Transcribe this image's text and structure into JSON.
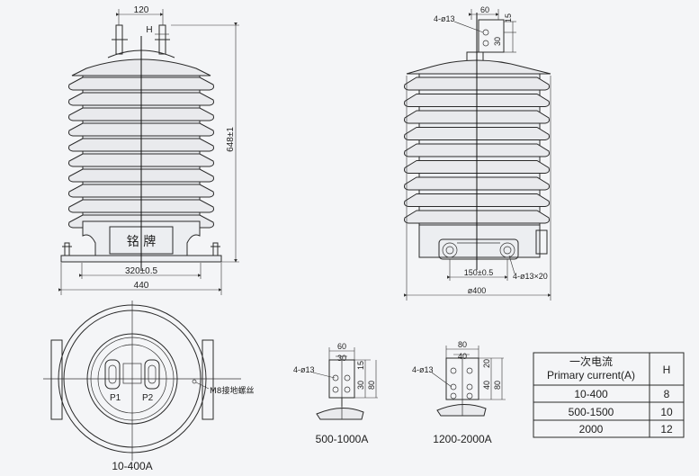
{
  "front_view": {
    "dim_top_width": "120",
    "dim_h": "H",
    "dim_height": "648±1",
    "nameplate": "铭 牌",
    "dim_base_bolt": "320±0.5",
    "dim_base_width": "440"
  },
  "side_view": {
    "dim_hole_label": "4-ø13",
    "dim_60": "60",
    "dim_15": "15",
    "dim_30": "30",
    "dim_bolt": "150±0.5",
    "dim_holes": "4-ø13×20",
    "dim_dia": "ø400"
  },
  "top_view": {
    "p1": "P1",
    "p2": "P2",
    "ground_label": "M8接地螺丝",
    "caption": "10-400A"
  },
  "terminal_500": {
    "dim_60": "60",
    "dim_30": "30",
    "dim_15": "15",
    "dim_30b": "30",
    "dim_80": "80",
    "hole_label": "4-ø13",
    "caption": "500-1000A"
  },
  "terminal_1200": {
    "dim_80": "80",
    "dim_40": "40",
    "dim_20": "20",
    "dim_40b": "40",
    "dim_80b": "80",
    "hole_label": "4-ø13",
    "caption": "1200-2000A"
  },
  "table": {
    "header_cn": "一次电流",
    "header_en": "Primary current(A)",
    "header_h": "H",
    "rows": [
      {
        "current": "10-400",
        "h": "8"
      },
      {
        "current": "500-1500",
        "h": "10"
      },
      {
        "current": "2000",
        "h": "12"
      }
    ]
  }
}
